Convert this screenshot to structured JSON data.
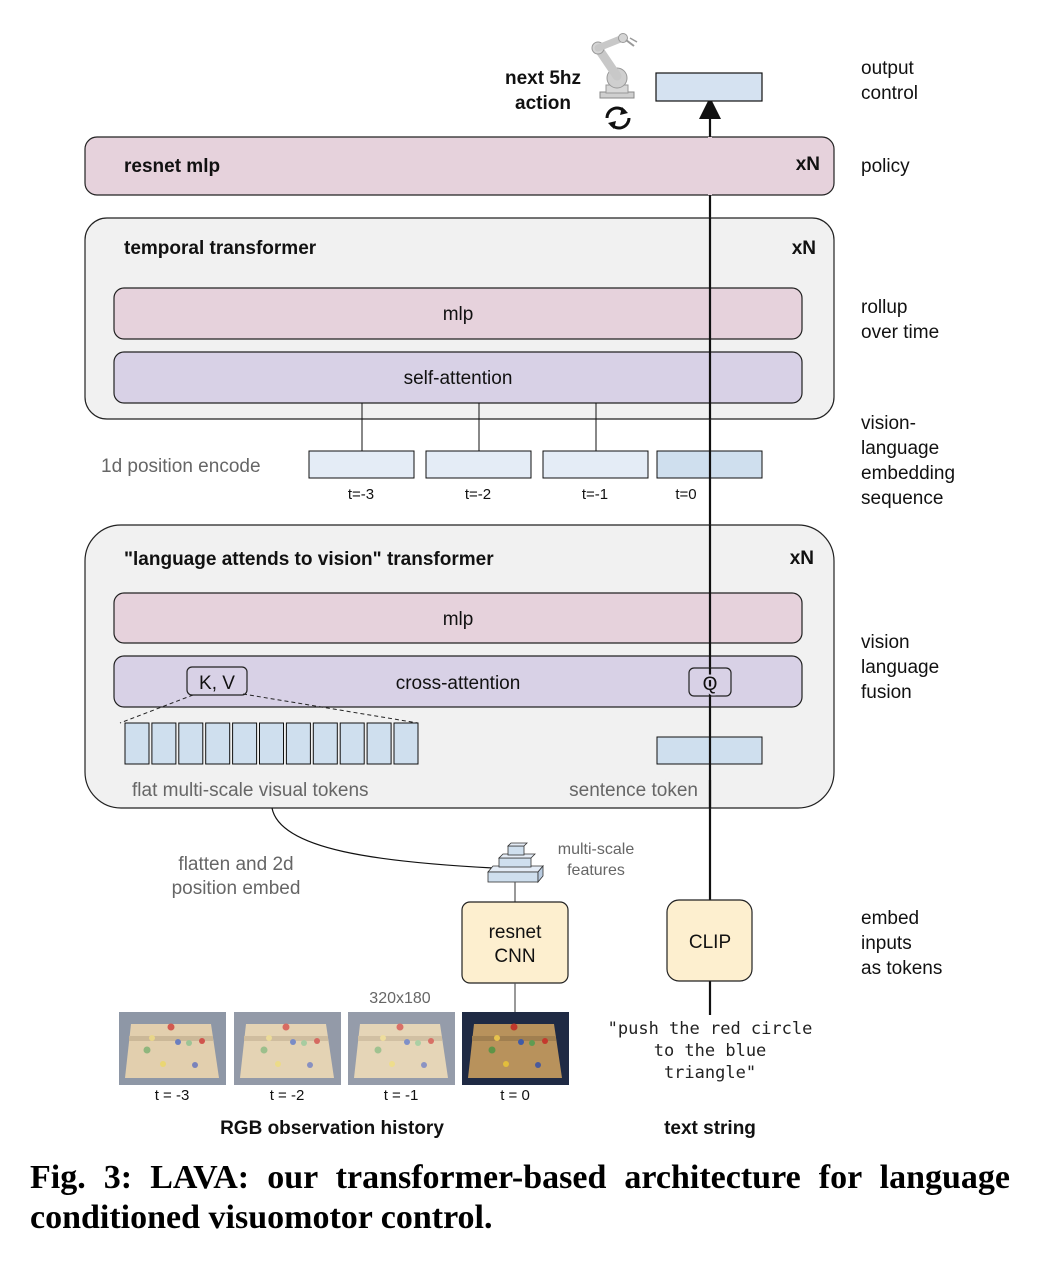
{
  "colors": {
    "pink_block": "#e6d2dc",
    "purple_block": "#d8d1e6",
    "container": "#f1f1f1",
    "token_light": "#e4ecf6",
    "token_mid": "#cfdfee",
    "input_block": "#fdefcf",
    "line": "#111111"
  },
  "top": {
    "action_label_line1": "next 5hz",
    "action_label_line2": "action",
    "robot_icon": "robot-arm-icon",
    "cycle_icon": "refresh-cycle-icon"
  },
  "policy": {
    "title": "resnet mlp",
    "repeat": "xN"
  },
  "temporal": {
    "title": "temporal transformer",
    "repeat": "xN",
    "mlp": "mlp",
    "attention": "self-attention"
  },
  "position": {
    "label": "1d position encode",
    "tokens": [
      "t=-3",
      "t=-2",
      "t=-1",
      "t=0"
    ]
  },
  "fusion": {
    "title": "\"language attends to vision\" transformer",
    "repeat": "xN",
    "mlp": "mlp",
    "attention": "cross-attention",
    "kv": "K, V",
    "q": "Q",
    "visual_tokens_label": "flat multi-scale visual tokens",
    "visual_token_count": 11,
    "sentence_token_label": "sentence token"
  },
  "inputs": {
    "flatten_line1": "flatten and 2d",
    "flatten_line2": "position embed",
    "multiscale_line1": "multi-scale",
    "multiscale_line2": "features",
    "cnn_line1": "resnet",
    "cnn_line2": "CNN",
    "clip": "CLIP",
    "resolution": "320x180",
    "frames": [
      "t = -3",
      "t = -2",
      "t = -1",
      "t = 0"
    ],
    "rgb_label": "RGB observation history",
    "text_line1": "\"push the red circle",
    "text_line2": "to the blue",
    "text_line3": "triangle\"",
    "text_label": "text string"
  },
  "side_labels": {
    "output": [
      "output",
      "control"
    ],
    "policy": [
      "policy"
    ],
    "rollup": [
      "rollup",
      "over time"
    ],
    "embedding": [
      "vision-",
      "language",
      "embedding",
      "sequence"
    ],
    "fusion": [
      "vision",
      "language",
      "fusion"
    ],
    "embed": [
      "embed",
      "inputs",
      "as tokens"
    ]
  },
  "caption": "Fig. 3: LAVA: our transformer-based architecture for language conditioned visuomotor control."
}
